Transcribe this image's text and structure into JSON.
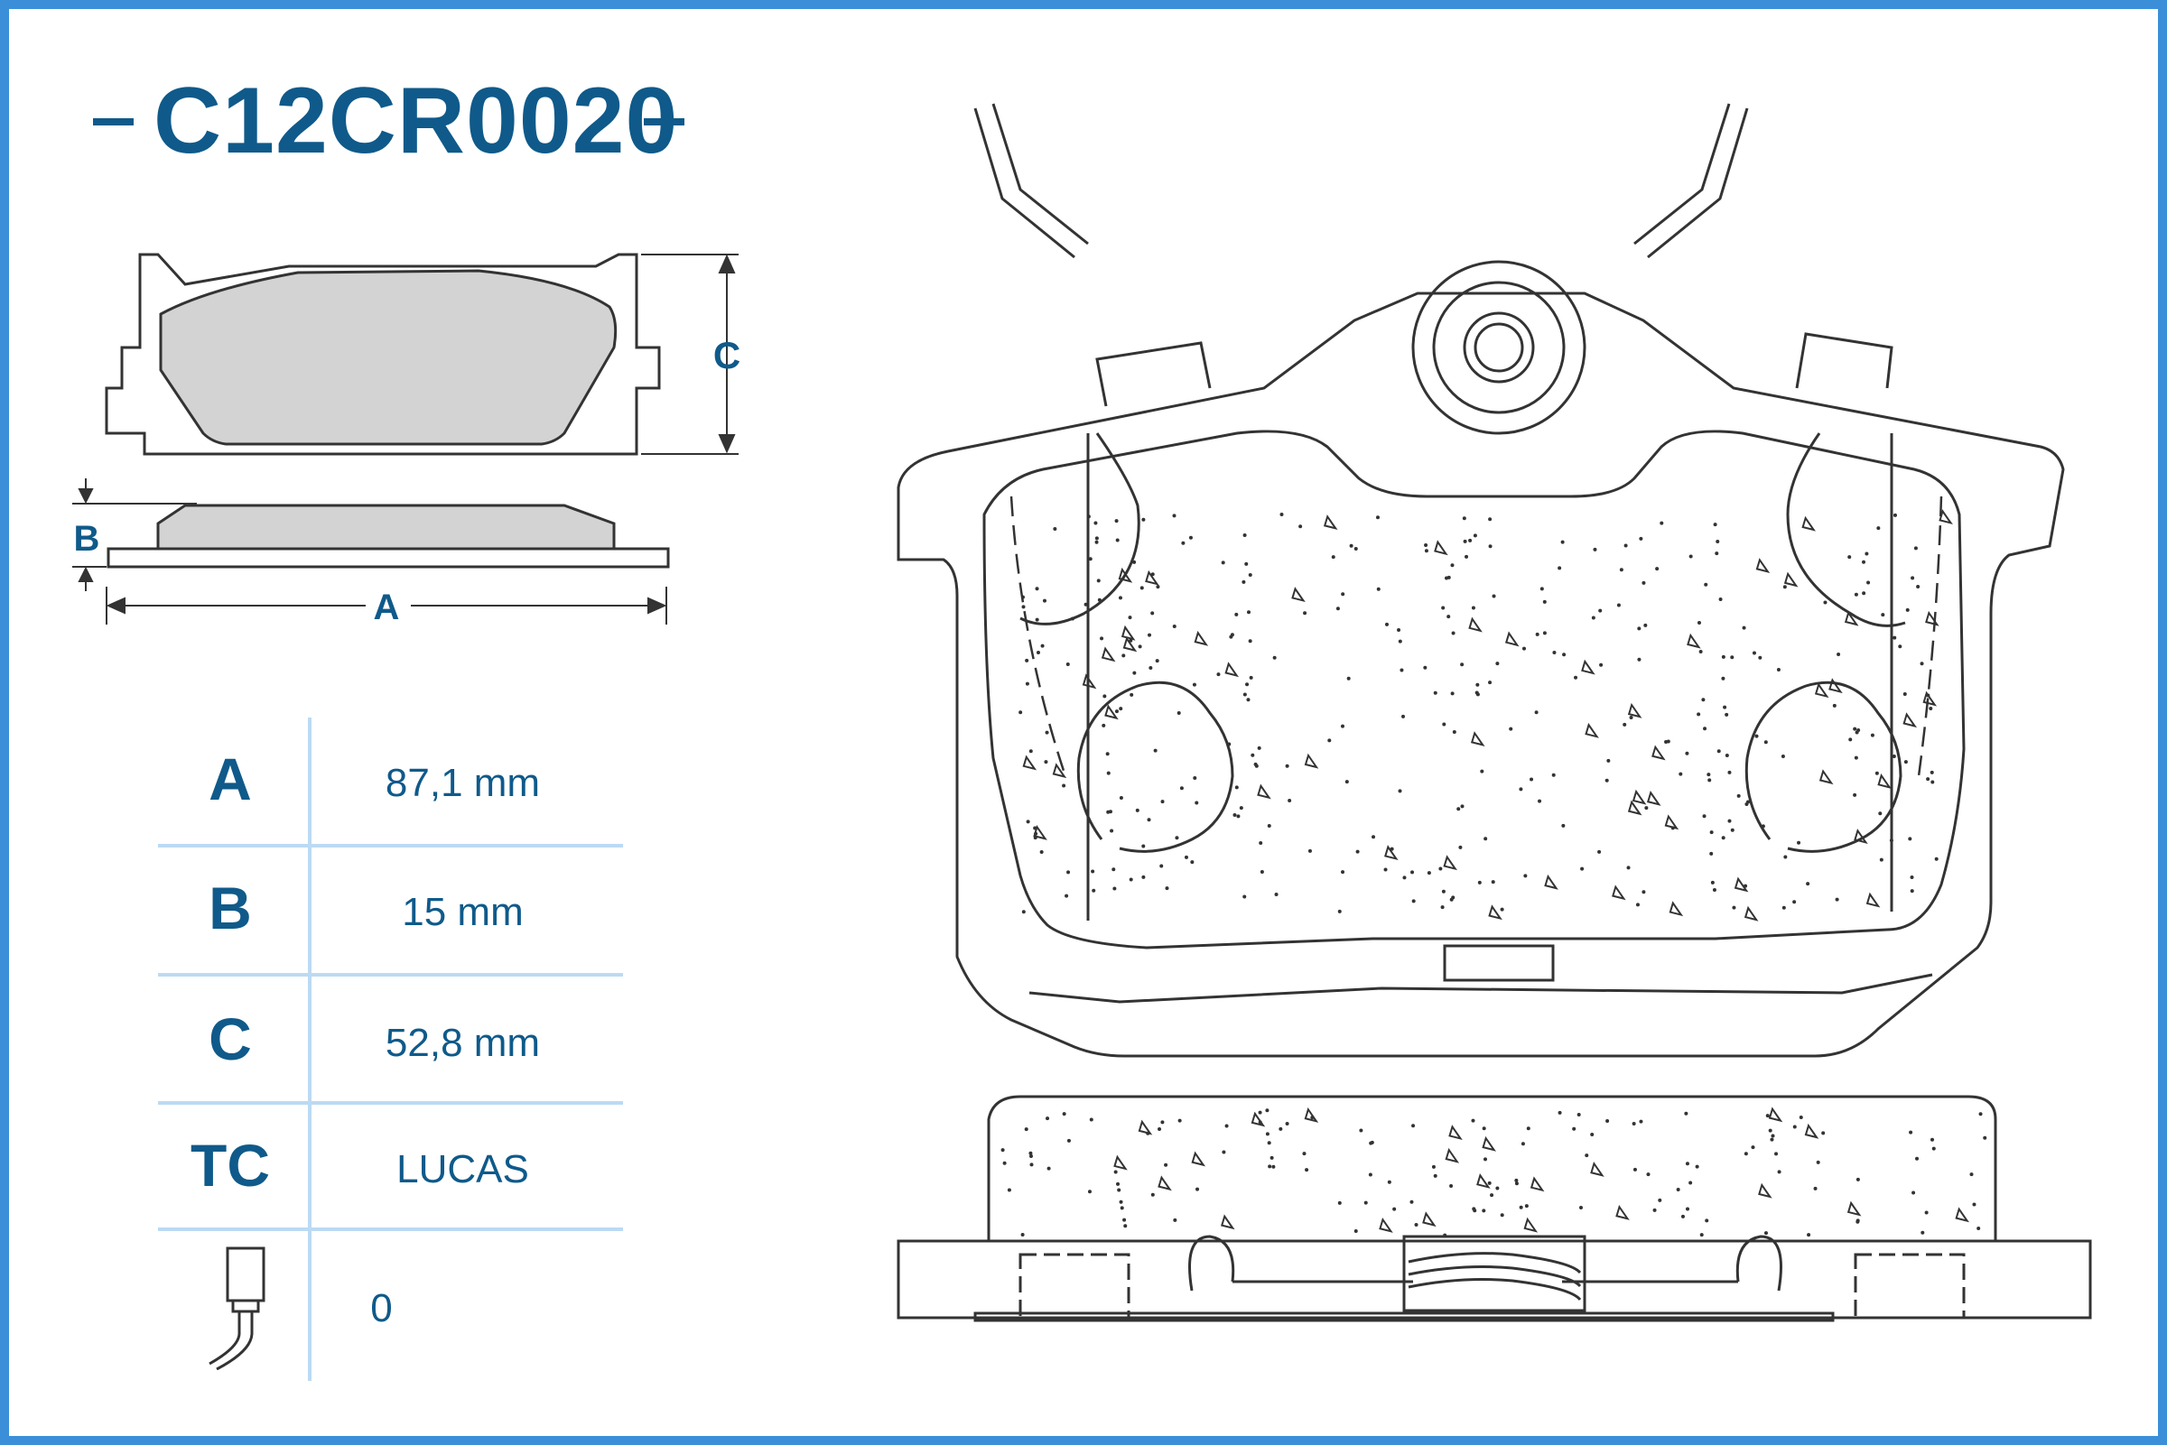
{
  "title": "C12CR0020",
  "diagram": {
    "dim_a": "A",
    "dim_b": "B",
    "dim_c": "C"
  },
  "specs": [
    {
      "key": "A",
      "value": "87,1 mm"
    },
    {
      "key": "B",
      "value": "15 mm"
    },
    {
      "key": "C",
      "value": "52,8 mm"
    },
    {
      "key": "TC",
      "value": "LUCAS"
    }
  ],
  "sensor": {
    "icon": "wear-sensor-icon",
    "value": "0"
  },
  "colors": {
    "accent": "#0f5a8a",
    "border": "#3a8fd8",
    "divider": "#bcdaf3",
    "pad": "#d3d3d3"
  }
}
